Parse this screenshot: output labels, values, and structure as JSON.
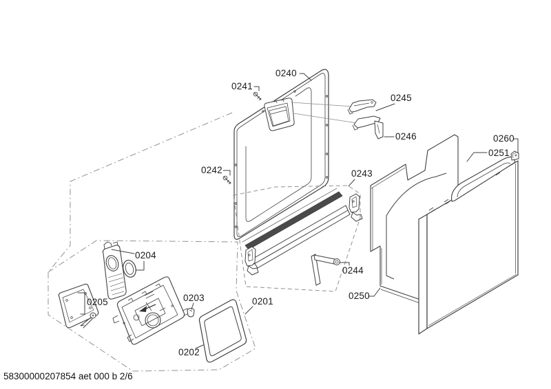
{
  "footer": "58300000207854 aet 000 b 2/6",
  "labels": {
    "l0201": "0201",
    "l0202": "0202",
    "l0203": "0203",
    "l0204": "0204",
    "l0205": "0205",
    "l0240": "0240",
    "l0241": "0241",
    "l0242": "0242",
    "l0243": "0243",
    "l0244": "0244",
    "l0245": "0245",
    "l0246": "0246",
    "l0250": "0250",
    "l0251": "0251",
    "l0260": "0260"
  },
  "colors": {
    "line": "#3f3f3f",
    "dashed": "#909090",
    "dark_strip": "#4a4a4a",
    "text": "#1a1a1a"
  }
}
